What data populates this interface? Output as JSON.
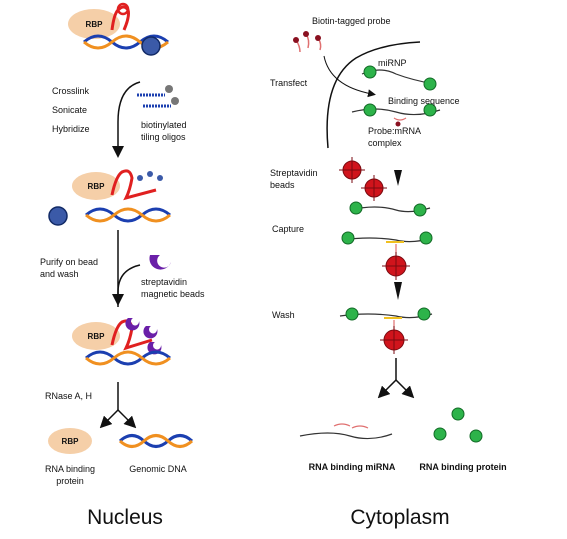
{
  "nucleus": {
    "title": "Nucleus",
    "rbp_label": "RBP",
    "steps": {
      "crosslink": "Crosslink",
      "sonicate": "Sonicate",
      "hybridize": "Hybridize",
      "oligos_1": "biotinylated",
      "oligos_2": "tiling oligos",
      "purify_1": "Purify on bead",
      "purify_2": "and wash",
      "beads_1": "streptavidin",
      "beads_2": "magnetic beads",
      "rnase": "RNase A, H"
    },
    "products": {
      "protein_1": "RNA binding",
      "protein_2": "protein",
      "dna": "Genomic DNA"
    }
  },
  "cytoplasm": {
    "title": "Cytoplasm",
    "labels": {
      "probe": "Biotin-tagged probe",
      "transfect": "Transfect",
      "mirnp": "miRNP",
      "binding_seq": "Binding sequence",
      "complex_1": "Probe:mRNA",
      "complex_2": "complex",
      "strep_1": "Streptavidin",
      "strep_2": "beads",
      "capture": "Capture",
      "wash": "Wash",
      "out_mirna": "RNA binding miRNA",
      "out_protein": "RNA binding protein"
    }
  },
  "colors": {
    "rbp_fill": "#f5cfa8",
    "rna_red": "#e02020",
    "dna_blue": "#1b3fb0",
    "dna_orange": "#f09020",
    "protein_green": "#2db34a",
    "bead_red": "#d0141c",
    "bead_purple": "#6a1fa8"
  }
}
